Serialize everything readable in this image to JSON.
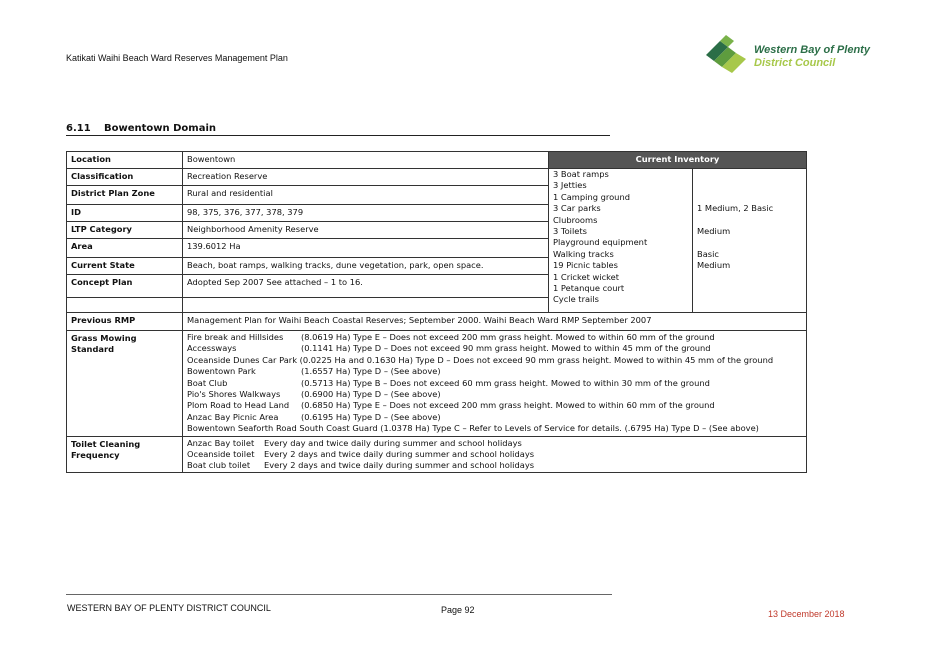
{
  "header": {
    "doc_title": "Katikati Waihi Beach Ward Reserves Management Plan",
    "logo_line1": "Western Bay of Plenty",
    "logo_line2": "District Council"
  },
  "section": {
    "number": "6.11",
    "title": "Bowentown Domain"
  },
  "rows": {
    "location": {
      "label": "Location",
      "value": "Bowentown"
    },
    "classification": {
      "label": "Classification",
      "value": "Recreation Reserve"
    },
    "district_plan_zone": {
      "label": "District Plan Zone",
      "value": "Rural and residential"
    },
    "id": {
      "label": "ID",
      "value": "98, 375, 376, 377, 378, 379"
    },
    "ltp_category": {
      "label": "LTP Category",
      "value": "Neighborhood Amenity Reserve"
    },
    "area": {
      "label": "Area",
      "value": "139.6012 Ha"
    },
    "current_state": {
      "label": "Current State",
      "value": "Beach, boat ramps, walking tracks, dune vegetation, park, open space."
    },
    "concept_plan": {
      "label": "Concept Plan",
      "value": "Adopted Sep 2007 See attached – 1 to 16."
    },
    "previous_rmp": {
      "label": "Previous RMP",
      "value": "Management Plan for Waihi Beach Coastal Reserves; September 2000. Waihi Beach Ward RMP September 2007"
    }
  },
  "inventory": {
    "heading": "Current Inventory",
    "items": [
      "3 Boat ramps",
      "3 Jetties",
      "1 Camping ground",
      "3 Car parks",
      "Clubrooms",
      "3 Toilets",
      "Playground equipment",
      "Walking tracks",
      "19 Picnic tables",
      "1 Cricket wicket",
      "1 Petanque court",
      "Cycle trails"
    ],
    "qualities": [
      "",
      "",
      "",
      "1 Medium, 2 Basic",
      "",
      "Medium",
      "",
      "Basic",
      "Medium",
      "",
      "",
      ""
    ]
  },
  "grass": {
    "label_line1": "Grass Mowing",
    "label_line2": "Standard",
    "entries": [
      {
        "name": "Fire break and Hillsides",
        "detail": "(8.0619 Ha) Type E – Does not exceed 200 mm grass height. Mowed to within 60 mm of the ground"
      },
      {
        "name": "Accessways",
        "detail": "(0.1141 Ha) Type D – Does not exceed 90 mm grass height. Mowed to within 45 mm of the ground"
      },
      {
        "name": "Oceanside Dunes Car Park",
        "detail": "(0.0225 Ha and 0.1630 Ha) Type D – Does not exceed 90 mm grass height. Mowed to within 45 mm of the ground"
      },
      {
        "name": "Bowentown Park",
        "detail": "(1.6557 Ha) Type D – (See above)"
      },
      {
        "name": "Boat Club",
        "detail": "(0.5713 Ha) Type B – Does not exceed 60 mm grass height. Mowed to within 30 mm of the ground"
      },
      {
        "name": "Pio's Shores Walkways",
        "detail": "(0.6900 Ha) Type D – (See above)"
      },
      {
        "name": "Plom Road to Head Land",
        "detail": "(0.6850 Ha) Type E – Does not exceed 200 mm grass height. Mowed to within 60 mm of the ground"
      },
      {
        "name": "Anzac Bay Picnic Area",
        "detail": "(0.6195 Ha) Type D – (See above)"
      }
    ],
    "last_line": "Bowentown Seaforth Road South Coast Guard (1.0378 Ha) Type C – Refer to Levels of Service for details. (.6795 Ha) Type D – (See above)"
  },
  "toilet": {
    "label_line1": "Toilet Cleaning",
    "label_line2": "Frequency",
    "entries": [
      {
        "name": "Anzac Bay toilet",
        "detail": "Every day and twice daily during summer and school holidays"
      },
      {
        "name": "Oceanside toilet",
        "detail": "Every 2 days and twice daily during summer and school holidays"
      },
      {
        "name": "Boat club toilet",
        "detail": "Every 2 days and twice daily during summer and school holidays"
      }
    ]
  },
  "footer": {
    "org": "WESTERN BAY OF PLENTY DISTRICT COUNCIL",
    "page": "Page 92",
    "date": "13 December 2018"
  }
}
